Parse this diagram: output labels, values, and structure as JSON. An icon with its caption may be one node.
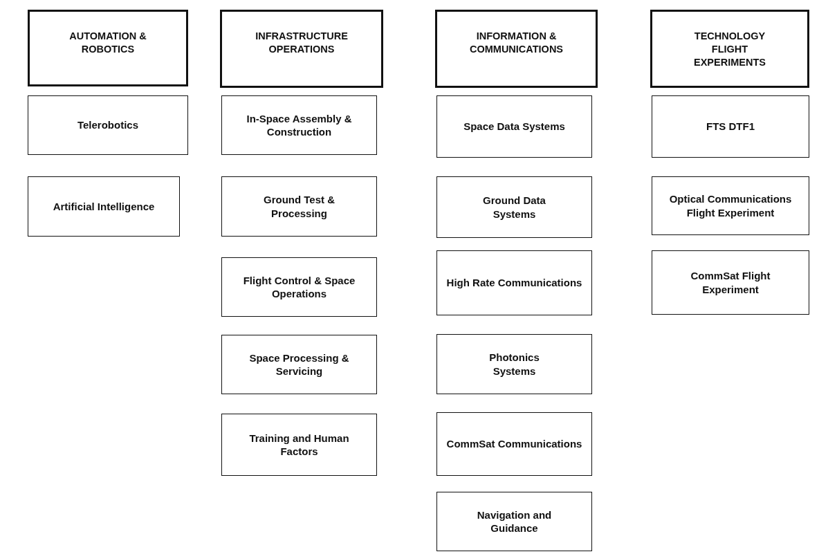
{
  "diagram": {
    "nodes": [
      {
        "text": [
          "AUTOMATION & ROBOTICS"
        ]
      },
      {
        "text": [
          "Telerobotics"
        ]
      },
      {
        "text": [
          "Artificial Intelligence"
        ]
      },
      {
        "text": [
          "INFRASTRUCTURE OPERATIONS"
        ]
      },
      {
        "text": [
          "In-Space Assembly & Construction"
        ]
      },
      {
        "text": [
          "Ground Test & Processing"
        ]
      },
      {
        "text": [
          "Flight Control & Space Operations"
        ]
      },
      {
        "text": [
          "Space Processing & Servicing"
        ]
      },
      {
        "text": [
          "Training and Human Factors"
        ]
      },
      {
        "text": [
          "INFORMATION & COMMUNICATIONS"
        ]
      },
      {
        "text": [
          "Space Data Systems"
        ]
      },
      {
        "text": [
          "Ground Data Systems"
        ]
      },
      {
        "text": [
          "High Rate Communications"
        ]
      },
      {
        "text": [
          "Photonics Systems"
        ]
      },
      {
        "text": [
          "CommSat Communications"
        ]
      },
      {
        "text": [
          "Navigation and Guidance"
        ]
      },
      {
        "text": [
          "TECHNOLOGY FLIGHT EXPERIMENTS"
        ]
      },
      {
        "text": [
          "FTS DTF1"
        ]
      },
      {
        "text": [
          "Optical Communications Flight Experiment"
        ]
      },
      {
        "text": [
          "CommSat Flight Experiment"
        ]
      }
    ]
  }
}
